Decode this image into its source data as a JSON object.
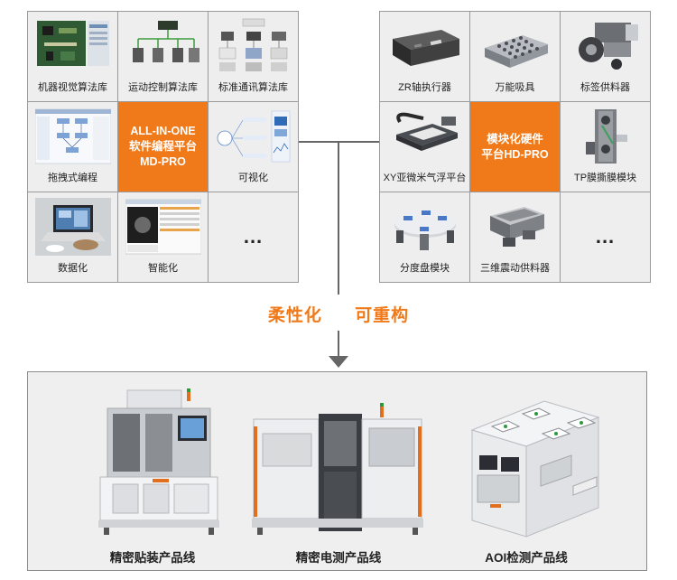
{
  "left_grid": {
    "cells": [
      {
        "label": "机器视觉算法库"
      },
      {
        "label": "运动控制算法库"
      },
      {
        "label": "标准通讯算法库"
      },
      {
        "label": "拖拽式编程"
      },
      {
        "center_text": "ALL-IN-ONE\n软件编程平台\nMD-PRO"
      },
      {
        "label": "可视化"
      },
      {
        "label": "数据化"
      },
      {
        "label": "智能化"
      },
      {
        "dots": "..."
      }
    ]
  },
  "right_grid": {
    "cells": [
      {
        "label": "ZR轴执行器"
      },
      {
        "label": "万能吸具"
      },
      {
        "label": "标签供料器"
      },
      {
        "label": "XY亚微米气浮平台"
      },
      {
        "center_text": "模块化硬件\n平台HD-PRO"
      },
      {
        "label": "TP膜撕膜模块"
      },
      {
        "label": "分度盘模块"
      },
      {
        "label": "三维震动供料器"
      },
      {
        "dots": "..."
      }
    ]
  },
  "tagline": {
    "left": "柔性化",
    "right": "可重构"
  },
  "products": [
    {
      "label": "精密贴装产品线"
    },
    {
      "label": "精密电测产品线"
    },
    {
      "label": "AOI检测产品线"
    }
  ],
  "colors": {
    "accent": "#f07a1a",
    "cell_bg": "#eeeeee",
    "border": "#9a9a9a",
    "bottom_bg": "#efefef"
  }
}
